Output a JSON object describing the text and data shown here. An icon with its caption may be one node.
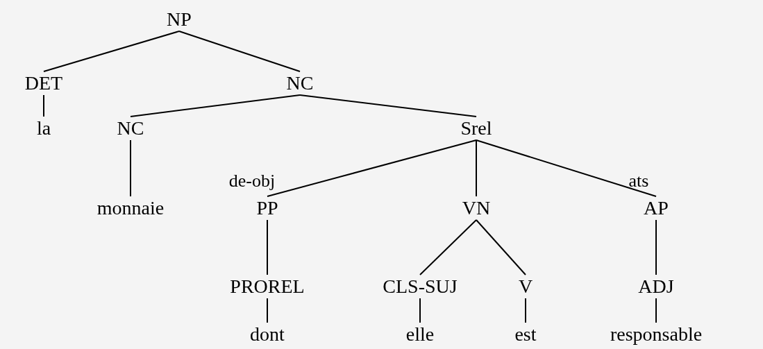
{
  "diagram": {
    "nodes": [
      {
        "text": [
          "NP"
        ]
      },
      {
        "text": [
          "DET"
        ]
      },
      {
        "text": [
          "NC"
        ]
      },
      {
        "text": [
          "la"
        ]
      },
      {
        "text": [
          "NC"
        ]
      },
      {
        "text": [
          "Srel"
        ]
      },
      {
        "text": [
          "monnaie"
        ]
      },
      {
        "text": [
          "PP"
        ],
        "beside": [
          "de-obj"
        ]
      },
      {
        "text": [
          "VN"
        ]
      },
      {
        "text": [
          "AP"
        ],
        "beside": [
          "ats"
        ]
      },
      {
        "text": [
          "PROREL"
        ]
      },
      {
        "text": [
          "CLS-SUJ"
        ]
      },
      {
        "text": [
          "V"
        ]
      },
      {
        "text": [
          "ADJ"
        ]
      },
      {
        "text": [
          "dont"
        ]
      },
      {
        "text": [
          "elle"
        ]
      },
      {
        "text": [
          "est"
        ]
      },
      {
        "text": [
          "responsable"
        ]
      }
    ],
    "edges": [
      {
        "from": 0,
        "to": 1,
        "arrow": "none"
      },
      {
        "from": 0,
        "to": 2,
        "arrow": "none"
      },
      {
        "from": 1,
        "to": 3,
        "arrow": "none"
      },
      {
        "from": 2,
        "to": 4,
        "arrow": "none"
      },
      {
        "from": 2,
        "to": 5,
        "arrow": "none"
      },
      {
        "from": 4,
        "to": 6,
        "arrow": "none"
      },
      {
        "from": 5,
        "to": 7,
        "arrow": "none"
      },
      {
        "from": 5,
        "to": 8,
        "arrow": "none"
      },
      {
        "from": 5,
        "to": 9,
        "arrow": "none"
      },
      {
        "from": 7,
        "to": 10,
        "arrow": "none"
      },
      {
        "from": 8,
        "to": 11,
        "arrow": "none"
      },
      {
        "from": 8,
        "to": 12,
        "arrow": "none"
      },
      {
        "from": 9,
        "to": 13,
        "arrow": "none"
      },
      {
        "from": 10,
        "to": 14,
        "arrow": "none"
      },
      {
        "from": 11,
        "to": 15,
        "arrow": "none"
      },
      {
        "from": 12,
        "to": 16,
        "arrow": "none"
      },
      {
        "from": 13,
        "to": 17,
        "arrow": "none"
      }
    ]
  }
}
